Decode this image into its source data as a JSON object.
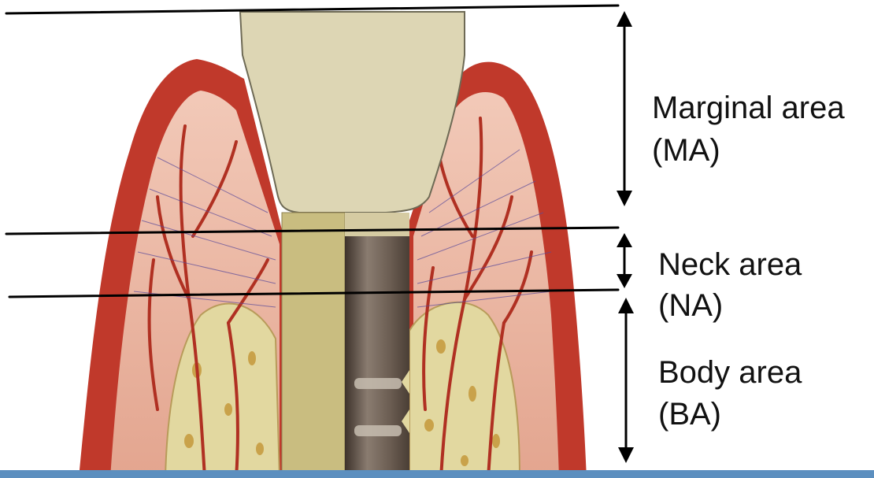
{
  "zones": [
    {
      "id": "marginal",
      "label": "Marginal area",
      "abbr": "(MA)"
    },
    {
      "id": "neck",
      "label": "Neck area",
      "abbr": "(NA)"
    },
    {
      "id": "body",
      "label": "Body area",
      "abbr": "(BA)"
    }
  ],
  "colors": {
    "gingiva_outer": "#c0392b",
    "gingiva_inner": "#e9b5a3",
    "bone": "#e2d8a0",
    "vessels": "#b03022",
    "crown": "#ddd6b4",
    "abutment": "#c9bd80",
    "implant_metal": "#6b5d52",
    "reference_lines": "#000000",
    "bottom_bar": "#5c8fbf"
  }
}
